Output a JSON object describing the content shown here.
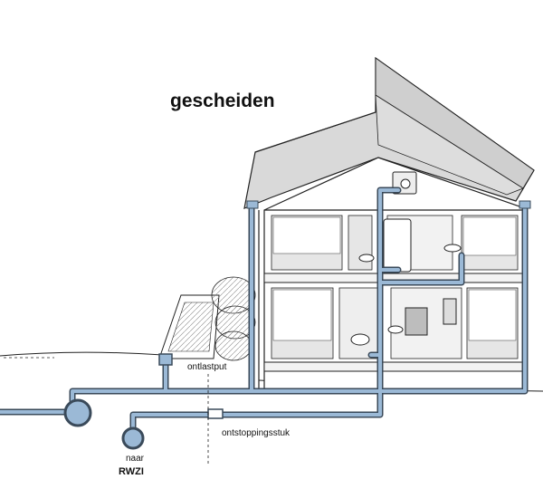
{
  "title": "gescheiden",
  "labels": {
    "ontlastput": "ontlastput",
    "ontstoppingsstuk": "ontstoppingsstuk",
    "naar": "naar",
    "rwzi": "RWZI"
  },
  "colors": {
    "pipe_fill": "#9bb9d6",
    "pipe_outline": "#3a4a5a",
    "roof": "#d9d9d9",
    "room_wall": "#e6e6e6",
    "line": "#222222",
    "background": "#ffffff"
  }
}
